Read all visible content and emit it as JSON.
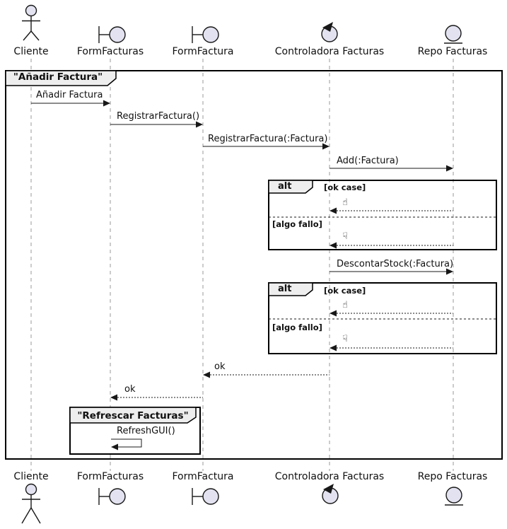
{
  "diagram_type": "uml-sequence-diagram",
  "participants": [
    {
      "label": "Cliente",
      "type": "actor"
    },
    {
      "label": "FormFacturas",
      "type": "boundary"
    },
    {
      "label": "FormFactura",
      "type": "boundary"
    },
    {
      "label": "Controladora Facturas",
      "type": "control"
    },
    {
      "label": "Repo Facturas",
      "type": "entity"
    }
  ],
  "frames": {
    "main": "\"Añadir Factura\"",
    "refresh": "\"Refrescar Facturas\""
  },
  "messages": {
    "add_invoice": "Añadir Factura",
    "register": "RegistrarFactura()",
    "register_param": "RegistrarFactura(:Factura)",
    "add_param": "Add(:Factura)",
    "discount_stock": "DescontarStock(:Factura)",
    "ok_return": "ok",
    "refresh_gui": "RefreshGUI()"
  },
  "alt": {
    "operator": "alt",
    "guard_ok": "[ok case]",
    "guard_fail": "[algo fallo]",
    "thumbs_up": "☝",
    "thumbs_down": "☟"
  },
  "colors": {
    "participant_fill": "#E2E2F0",
    "frame_label_fill": "#EEEEEE",
    "line": "#181818",
    "lifeline": "#999999"
  }
}
